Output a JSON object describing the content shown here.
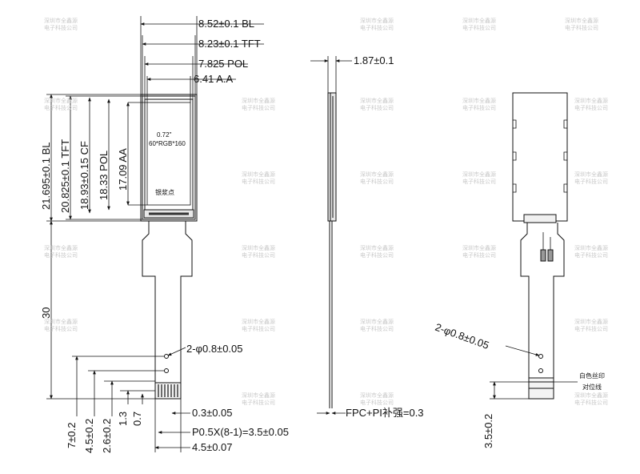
{
  "front_view": {
    "dims_top": [
      "8.52±0.1 BL",
      "8.23±0.1 TFT",
      "7.825 POL",
      "6.41 A.A"
    ],
    "dims_left": [
      "21.695±0.1 BL",
      "20.825±0.1 TFT",
      "18.93±0.15 CF",
      "18.33 POL",
      "17.09 AA"
    ],
    "screen_size": "0.72\"",
    "resolution": "60*RGB*160",
    "silver_dot": "银浆点",
    "fpc_length": "30",
    "holes": "2-φ0.8±0.05",
    "bottom_left_dims": [
      "7±0.2",
      "4.5±0.2",
      "2.6±0.2",
      "1.3",
      "0.7"
    ],
    "pad_width": "0.3±0.05",
    "pitch": "P0.5X(8-1)=3.5±0.05",
    "tail_width": "4.5±0.07"
  },
  "side_view": {
    "thickness": "1.87±0.1",
    "stiffener": "FPC+PI补强=0.3"
  },
  "back_view": {
    "holes": "2-φ0.8±0.05",
    "marker_line_1": "白色丝印",
    "marker_line_2": "对位线",
    "offset": "3.5±0.2"
  },
  "watermark": [
    "深圳市全鑫源",
    "电子科技公司"
  ]
}
